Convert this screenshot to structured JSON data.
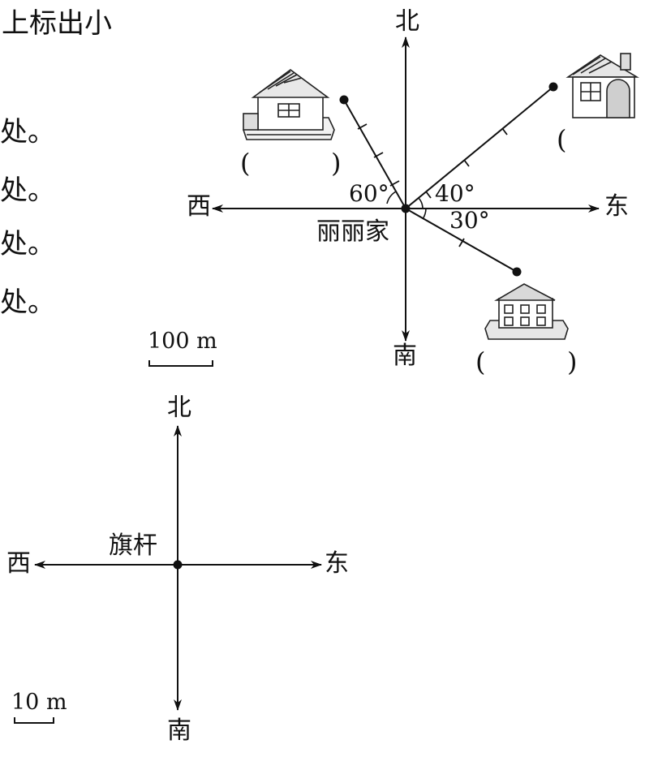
{
  "question_fragments": {
    "top_line": "上标出小",
    "lines": [
      "处。",
      "处。",
      "处。",
      "处。"
    ]
  },
  "diagram_1": {
    "directions": {
      "north": "北",
      "south": "南",
      "east": "东",
      "west": "西"
    },
    "center_label": "丽丽家",
    "angles": {
      "nw": "60°",
      "ne": "40°",
      "se": "30°"
    },
    "scale": "100 m",
    "answer_blanks": {
      "left": "(",
      "right": ")"
    }
  },
  "diagram_2": {
    "directions": {
      "north": "北",
      "south": "南",
      "east": "东",
      "west": "西"
    },
    "center_label": "旗杆",
    "scale": "10 m"
  }
}
